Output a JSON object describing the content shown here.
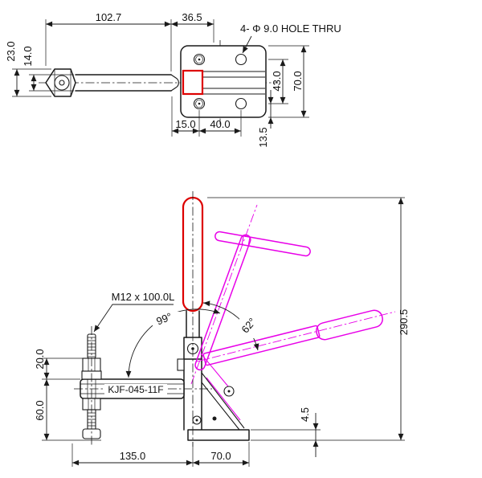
{
  "colors": {
    "line": "#1a1a1a",
    "handle": "#dd0000",
    "phantom": "#e800e8"
  },
  "top_view": {
    "hole_note": "4- Φ 9.0 HOLE THRU",
    "dim_arm_length": "102.7",
    "dim_pivot_to_plate": "36.5",
    "dim_end_height": "23.0",
    "dim_arm_thickness": "14.0",
    "dim_hole_spacing_vertical": "43.0",
    "dim_plate_height": "70.0",
    "dim_pivot_offset": "15.0",
    "dim_hole_spacing_horizontal": "40.0",
    "dim_hole_edge_distance": "13.5"
  },
  "front_view": {
    "spindle_label": "M12 x 100.0L",
    "part_number": "KJF-045-11F",
    "angle_arm_travel": "99°",
    "angle_handle_travel": "62°",
    "dim_spindle_height": "20.0",
    "dim_bar_to_base": "60.0",
    "dim_overall_height": "290.5",
    "dim_reach": "135.0",
    "dim_base_width": "70.0",
    "dim_base_thickness": "4.5"
  }
}
